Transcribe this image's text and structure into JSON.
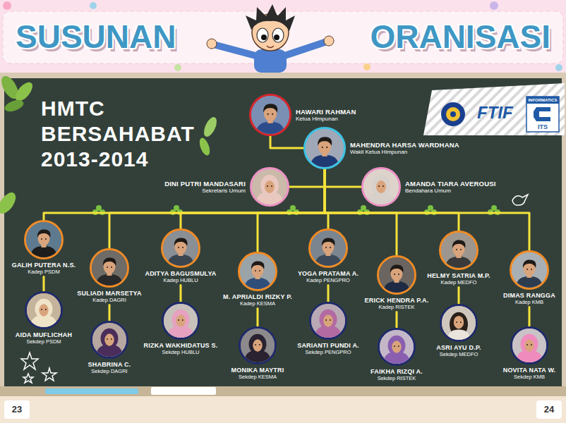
{
  "diagram": {
    "title": "SUSUNAN ORANISASI",
    "nodes": [
      {
        "text": [
          "HAWARI RAHMAN",
          "Ketua Himpunan"
        ]
      },
      {
        "text": [
          "MAHENDRA HARSA WARDHANA",
          "Wakil Ketua Himpunan"
        ]
      },
      {
        "text": [
          "DINI PUTRI MANDASARI",
          "Sekretaris Umum"
        ]
      },
      {
        "text": [
          "AMANDA TIARA AVEROUSI",
          "Bendahara Umum"
        ]
      },
      {
        "text": [
          "GALIH PUTERA N.S.",
          "Kadep PSDM"
        ]
      },
      {
        "text": [
          "AIDA MUFLICHAH",
          "Sekdep PSDM"
        ]
      },
      {
        "text": [
          "SULIADI MARSETYA",
          "Kadep DAGRI"
        ]
      },
      {
        "text": [
          "SHABRINA C.",
          "Sekdep DAGRI"
        ]
      },
      {
        "text": [
          "ADITYA BAGUSMULYA",
          "Kadep HUBLU"
        ]
      },
      {
        "text": [
          "RIZKA WAKHIDATUS S.",
          "Sekdep HUBLU"
        ]
      },
      {
        "text": [
          "M. APRIALDI RIZKY P.",
          "Kadep KESMA"
        ]
      },
      {
        "text": [
          "MONIKA MAYTRI",
          "Sekdep KESMA"
        ]
      },
      {
        "text": [
          "YOGA PRATAMA A.",
          "Kadep PENGPRO"
        ]
      },
      {
        "text": [
          "SARIANTI PUNDI A.",
          "Sekdep PENGPRO"
        ]
      },
      {
        "text": [
          "ERICK HENDRA P.A.",
          "Kadep RISTEK"
        ]
      },
      {
        "text": [
          "FAIKHA RIZQI A.",
          "Sekdep RISTEK"
        ]
      },
      {
        "text": [
          "HELMY SATRIA M.P.",
          "Kadep MEDFO"
        ]
      },
      {
        "text": [
          "ASRI AYU D.P.",
          "Sekdep MEDFO"
        ]
      },
      {
        "text": [
          "DIMAS RANGGA",
          "Kadep KMB"
        ]
      },
      {
        "text": [
          "NOVITA NATA W.",
          "Sekdep KMB"
        ]
      }
    ],
    "edges": [
      {
        "from": 0,
        "to": 1,
        "arrow": "none"
      },
      {
        "from": 1,
        "to": 2,
        "arrow": "none"
      },
      {
        "from": 1,
        "to": 3,
        "arrow": "none"
      },
      {
        "from": 1,
        "to": 4,
        "arrow": "none"
      },
      {
        "from": 4,
        "to": 5,
        "arrow": "none"
      },
      {
        "from": 1,
        "to": 6,
        "arrow": "none"
      },
      {
        "from": 6,
        "to": 7,
        "arrow": "none"
      },
      {
        "from": 1,
        "to": 8,
        "arrow": "none"
      },
      {
        "from": 8,
        "to": 9,
        "arrow": "none"
      },
      {
        "from": 1,
        "to": 10,
        "arrow": "none"
      },
      {
        "from": 10,
        "to": 11,
        "arrow": "none"
      },
      {
        "from": 1,
        "to": 12,
        "arrow": "none"
      },
      {
        "from": 12,
        "to": 13,
        "arrow": "none"
      },
      {
        "from": 1,
        "to": 14,
        "arrow": "none"
      },
      {
        "from": 14,
        "to": 15,
        "arrow": "none"
      },
      {
        "from": 1,
        "to": 16,
        "arrow": "none"
      },
      {
        "from": 16,
        "to": 17,
        "arrow": "none"
      },
      {
        "from": 1,
        "to": 18,
        "arrow": "none"
      },
      {
        "from": 18,
        "to": 19,
        "arrow": "none"
      }
    ],
    "labels": [
      "HMTC BERSAHABAT 2013-2014",
      "FTIF",
      "INFORMATICS",
      "ITS",
      "23",
      "24"
    ]
  }
}
